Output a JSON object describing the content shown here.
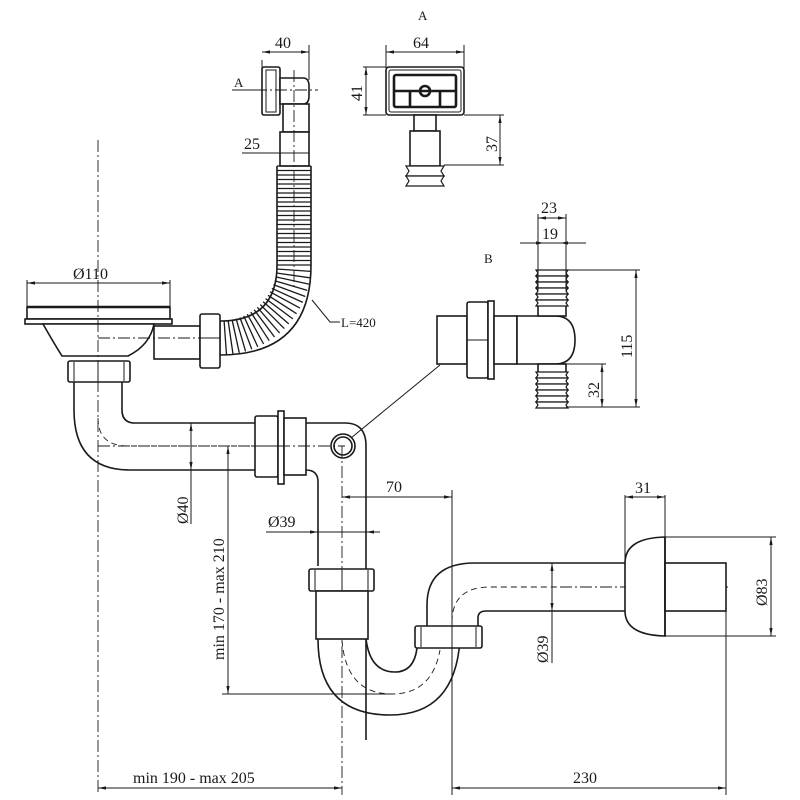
{
  "drawing": {
    "title": "Sink siphon with overflow and washing-machine outlet — dimensional drawing",
    "view_labels": {
      "section_a_marker": "A",
      "view_a_title": "A",
      "view_b_title": "B"
    },
    "dimensions": {
      "overflow_width": "40",
      "overflow_pipe": "25",
      "overflow_head_width": "64",
      "overflow_head_height": "41",
      "overflow_neck_height": "37",
      "strainer_diameter": "Ø110",
      "flex_hose_length": "L=420",
      "tee_outer": "23",
      "tee_inner": "19",
      "tee_height": "115",
      "tee_spigot": "32",
      "pipe_diameter_40": "Ø40",
      "height_range": "min 170 - max 210",
      "pipe_diameter_39_vertical": "Ø39",
      "offset_70": "70",
      "socket_length": "31",
      "socket_diameter": "Ø83",
      "pipe_diameter_39_outlet": "Ø39",
      "horizontal_range": "min 190 - max 205",
      "outlet_length": "230"
    },
    "colors": {
      "line": "#1a1a1a",
      "background": "#ffffff"
    }
  }
}
